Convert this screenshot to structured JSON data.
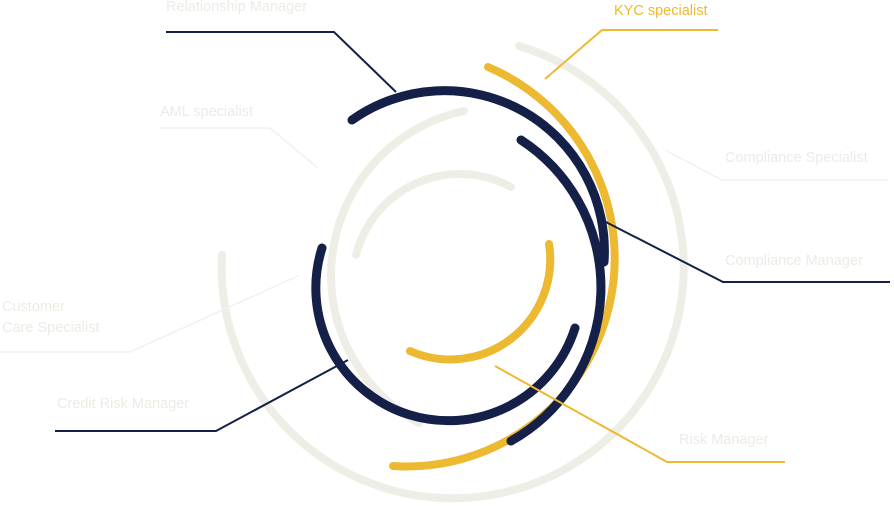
{
  "colors": {
    "navy": "#152049",
    "gold": "#ecb930",
    "light": "#eeeee6",
    "label_light": "#ecebe4"
  },
  "roles": {
    "relationship_manager": "Relationship Manager",
    "kyc_specialist": "KYC specialist",
    "aml_specialist": "AML specialist",
    "compliance_specialist": "Compliance Specialist",
    "compliance_manager": "Compliance Manager",
    "customer_care_specialist": "Customer\nCare Specialist",
    "credit_risk_manager": "Credit Risk Manager",
    "risk_manager": "Risk Manager"
  }
}
